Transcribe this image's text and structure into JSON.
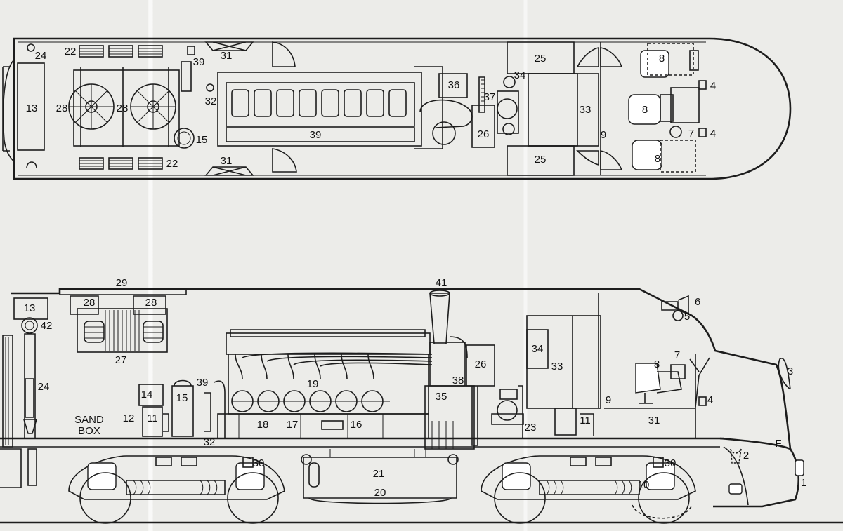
{
  "plan_view": {
    "labels": [
      {
        "id": "p24",
        "text": "24"
      },
      {
        "id": "p22a",
        "text": "22"
      },
      {
        "id": "p22b",
        "text": "22"
      },
      {
        "id": "p13",
        "text": "13"
      },
      {
        "id": "p28a",
        "text": "28"
      },
      {
        "id": "p28b",
        "text": "28"
      },
      {
        "id": "p39a",
        "text": "39"
      },
      {
        "id": "p31a",
        "text": "31"
      },
      {
        "id": "p31b",
        "text": "31"
      },
      {
        "id": "p32",
        "text": "32"
      },
      {
        "id": "p15",
        "text": "15"
      },
      {
        "id": "p39b",
        "text": "39"
      },
      {
        "id": "p36",
        "text": "36"
      },
      {
        "id": "p37",
        "text": "37"
      },
      {
        "id": "p34",
        "text": "34"
      },
      {
        "id": "p26",
        "text": "26"
      },
      {
        "id": "p25a",
        "text": "25"
      },
      {
        "id": "p25b",
        "text": "25"
      },
      {
        "id": "p33",
        "text": "33"
      },
      {
        "id": "p9",
        "text": "9"
      },
      {
        "id": "p8a",
        "text": "8"
      },
      {
        "id": "p8b",
        "text": "8"
      },
      {
        "id": "p8c",
        "text": "8"
      },
      {
        "id": "p7",
        "text": "7"
      },
      {
        "id": "p4a",
        "text": "4"
      },
      {
        "id": "p4b",
        "text": "4"
      }
    ]
  },
  "elevation_view": {
    "labels": [
      {
        "id": "e29",
        "text": "29"
      },
      {
        "id": "e13",
        "text": "13"
      },
      {
        "id": "e28a",
        "text": "28"
      },
      {
        "id": "e28b",
        "text": "28"
      },
      {
        "id": "e42",
        "text": "42"
      },
      {
        "id": "e27",
        "text": "27"
      },
      {
        "id": "e41",
        "text": "41"
      },
      {
        "id": "e6",
        "text": "6"
      },
      {
        "id": "e5",
        "text": "5"
      },
      {
        "id": "e34",
        "text": "34"
      },
      {
        "id": "e26",
        "text": "26"
      },
      {
        "id": "e33",
        "text": "33"
      },
      {
        "id": "e7",
        "text": "7"
      },
      {
        "id": "e8",
        "text": "8"
      },
      {
        "id": "e3",
        "text": "3"
      },
      {
        "id": "e24",
        "text": "24"
      },
      {
        "id": "e14",
        "text": "14"
      },
      {
        "id": "e15",
        "text": "15"
      },
      {
        "id": "e39",
        "text": "39"
      },
      {
        "id": "e19",
        "text": "19"
      },
      {
        "id": "e38",
        "text": "38"
      },
      {
        "id": "e35",
        "text": "35"
      },
      {
        "id": "e12",
        "text": "12"
      },
      {
        "id": "e11a",
        "text": "11"
      },
      {
        "id": "e18",
        "text": "18"
      },
      {
        "id": "e17",
        "text": "17"
      },
      {
        "id": "e16",
        "text": "16"
      },
      {
        "id": "e23",
        "text": "23"
      },
      {
        "id": "e11b",
        "text": "11"
      },
      {
        "id": "e9",
        "text": "9"
      },
      {
        "id": "e31",
        "text": "31"
      },
      {
        "id": "e4",
        "text": "4"
      },
      {
        "id": "e32",
        "text": "32"
      },
      {
        "id": "eF",
        "text": "F"
      },
      {
        "id": "e2",
        "text": "2"
      },
      {
        "id": "e21",
        "text": "21"
      },
      {
        "id": "e30a",
        "text": "30"
      },
      {
        "id": "e30b",
        "text": "30"
      },
      {
        "id": "e10",
        "text": "10"
      },
      {
        "id": "e1",
        "text": "1"
      },
      {
        "id": "e20",
        "text": "20"
      }
    ],
    "sand_box_line1": "SAND",
    "sand_box_line2": "BOX"
  }
}
